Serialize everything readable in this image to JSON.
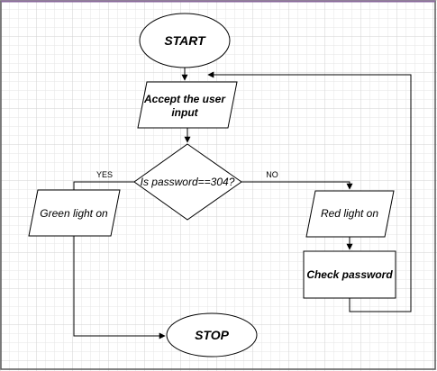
{
  "diagram": {
    "nodes": {
      "start": "START",
      "accept": [
        "Accept the user",
        "input"
      ],
      "decision": "Is password==304?",
      "green": "Green light on",
      "red": "Red light on",
      "check": "Check password",
      "stop": "STOP"
    },
    "edge_labels": {
      "yes": "YES",
      "no": "NO"
    }
  },
  "colors": {
    "background": "#ffffff",
    "grid_minor": "#e6e6e6",
    "grid_major": "#cfcfcf",
    "stroke": "#000000",
    "frame_top": "#8a6a9c",
    "frame": "#5a5a5a"
  }
}
